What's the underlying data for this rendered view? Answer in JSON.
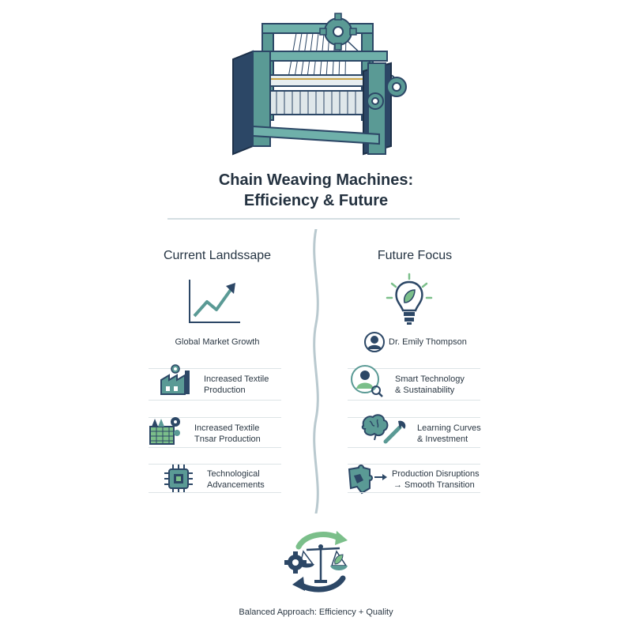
{
  "title": {
    "line1": "Chain Weaving Machines:",
    "line2": "Efficiency & Future"
  },
  "left": {
    "heading": "Current Landssape",
    "chart_icon": "growth-chart-icon",
    "subheading": "Global Market Growth",
    "items": [
      {
        "icon": "factory-icon",
        "line1": "Increased Textile",
        "line2": "Production"
      },
      {
        "icon": "textile-factory-gear-icon",
        "line1": "Increased Textile",
        "line2": "Tnsar Production"
      },
      {
        "icon": "chip-icon",
        "line1": "Technological",
        "line2": "Advancements"
      }
    ]
  },
  "right": {
    "heading": "Future Focus",
    "top_icon": "lightbulb-leaf-icon",
    "person": "Dr. Emily Thompson",
    "items": [
      {
        "icon": "person-search-icon",
        "line1": "Smart Technology",
        "line2": "& Sustainability"
      },
      {
        "icon": "brain-wrench-icon",
        "line1": "Learning Curves",
        "line2": "& Investment"
      },
      {
        "icon": "puzzle-arrow-icon",
        "line1": "Production Disruptions",
        "line2": "→ Smooth Transition"
      }
    ]
  },
  "footer": "Balanced Approach: Efficiency + Quality",
  "colors": {
    "teal": "#5a9a95",
    "navy": "#2c4766",
    "green": "#7bbf8a",
    "text": "#243240"
  }
}
